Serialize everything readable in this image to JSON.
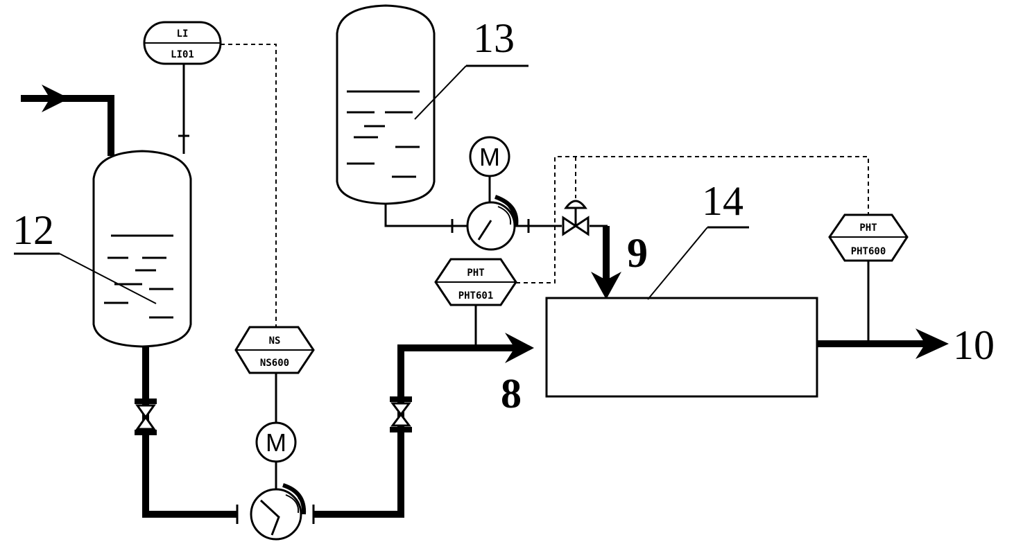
{
  "labels": {
    "tank_left": "12",
    "tank_top": "13",
    "reactor": "14",
    "stream_in": "8",
    "stream_additive": "9",
    "stream_out": "10"
  },
  "instruments": {
    "level": {
      "top": "LI",
      "bottom": "LI01"
    },
    "speed": {
      "top": "NS",
      "bottom": "NS600"
    },
    "ph_inlet": {
      "top": "PHT",
      "bottom": "PHT601"
    },
    "ph_outlet": {
      "top": "PHT",
      "bottom": "PHT600"
    }
  },
  "motors": {
    "lower": "M",
    "upper": "M"
  }
}
